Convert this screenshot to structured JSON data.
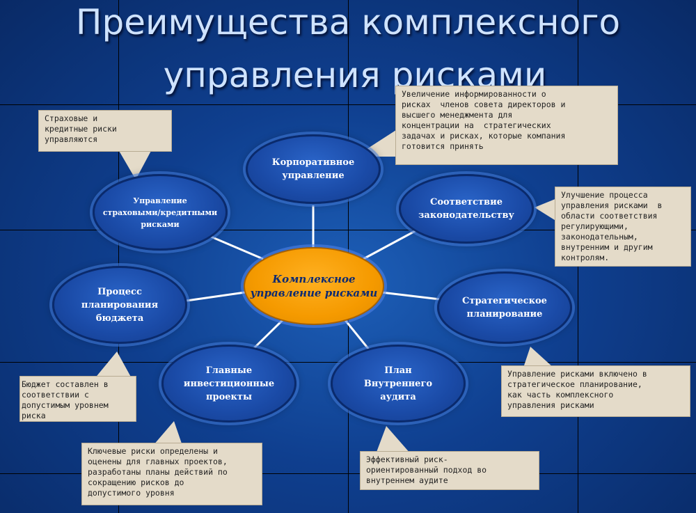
{
  "title_line1": "Преимущества комплексного",
  "title_line2": "управления рисками",
  "center": "Комплексное\nуправление рисками",
  "nodes": {
    "corporate": "Корпоративное\nуправление",
    "compliance": "Соответствие\nзаконодательству",
    "strategic": "Стратегическое\nпланирование",
    "audit": "План\nВнутреннего\nаудита",
    "investment": "Главные\nинвестиционные\nпроекты",
    "budget": "Процесс\nпланирования\nбюджета",
    "insurance": "Управление\nстраховыми/кредитными\nрисками"
  },
  "notes": {
    "insurance": "Страховые и\nкредитные риски\nуправляются",
    "corporate": "Увеличение информированности о\nрисках  членов совета директоров и\nвысшего менеджмента для\nконцентрации на  стратегических\nзадачах и рисках, которые компания\nготовится принять",
    "compliance": "Улучшение процесса\nуправления рисками  в\nобласти соответствия\nрегулирующими,\nзаконодательным,\nвнутренним и другим\nконтролям.",
    "strategic": "Управление рисками включено в\nстратегическое планирование,\nкак часть комплексного\nуправления рисками",
    "audit": "Эффективный риск-\nориентированный подход во\nвнутреннем аудите",
    "investment": "Ключевые риски определены и\nоценены для главных проектов,\nразработаны планы действий по\nсокращению рисков до\nдопустимого уровня",
    "budget": "Бюджет составлен в\nсоответствии с\nдопустимым уровнем\nриска"
  }
}
